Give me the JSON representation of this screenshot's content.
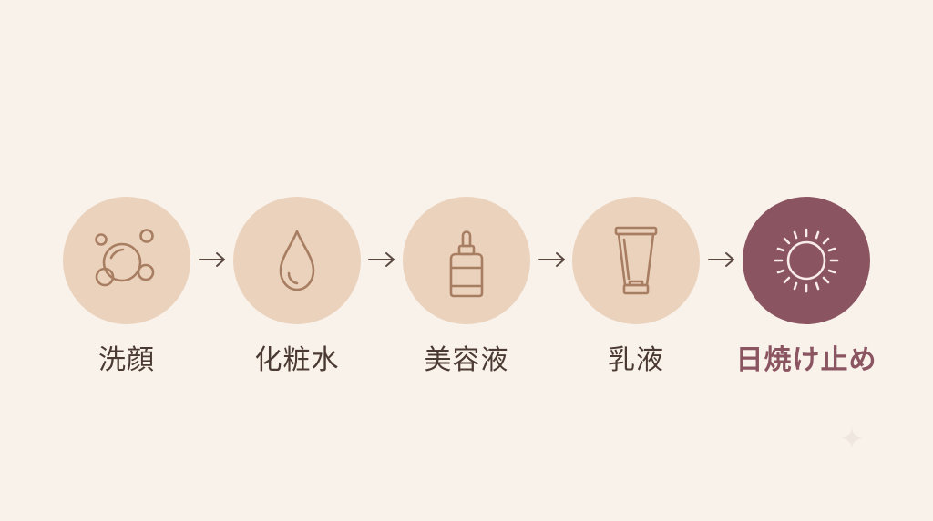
{
  "steps": [
    {
      "label": "洗顔",
      "icon": "bubbles-icon"
    },
    {
      "label": "化粧水",
      "icon": "water-drop-icon"
    },
    {
      "label": "美容液",
      "icon": "dropper-bottle-icon"
    },
    {
      "label": "乳液",
      "icon": "tube-icon"
    },
    {
      "label": "日焼け止め",
      "icon": "sun-icon"
    }
  ],
  "colors": {
    "background": "#f9f2eb",
    "circle": "#ebd2bc",
    "icon_stroke": "#a87e62",
    "accent": "#8b5461",
    "text": "#4a3a33",
    "arrow": "#5a4a42"
  }
}
